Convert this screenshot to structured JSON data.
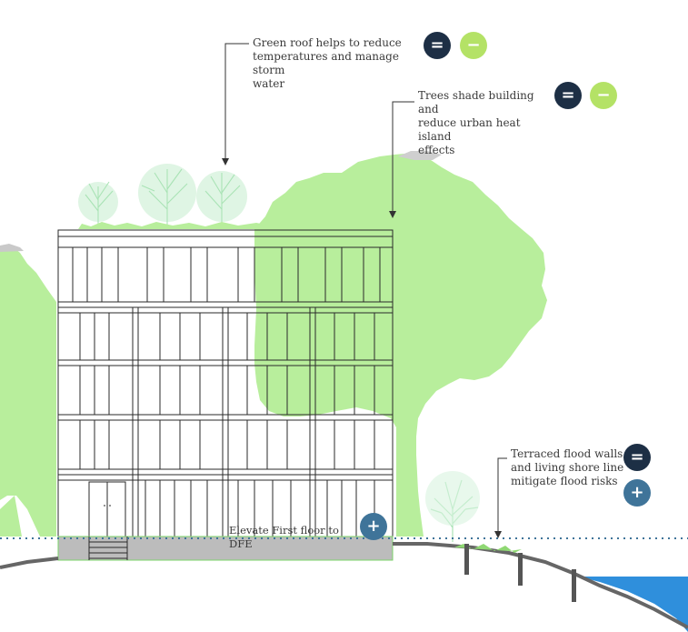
{
  "callouts": {
    "green_roof": {
      "text": "Green roof helps to reduce temperatures and manage storm water",
      "line1": "Green roof helps to reduce",
      "line2": "temperatures and manage storm",
      "line3": "water",
      "badges": [
        "=",
        "−"
      ]
    },
    "trees": {
      "line1": "Trees shade building and",
      "line2": "reduce urban heat island",
      "line3": "effects",
      "badges": [
        "=",
        "−"
      ]
    },
    "flood_walls": {
      "line1": "Terraced flood walls",
      "line2": "and living shore line",
      "line3": "mitigate flood risks",
      "badges": [
        "=",
        "+"
      ]
    },
    "first_floor": {
      "text": "Elevate First floor to DFE",
      "badges": [
        "+"
      ]
    }
  },
  "colors": {
    "badge_equal": "#1d2f45",
    "badge_minus": "#b4e266",
    "badge_plus": "#3f7499",
    "tree_green": "#b8ee9c",
    "water": "#2f8fdc",
    "dfe_line": "#3f7499",
    "plinth": "#bcbcbc"
  }
}
